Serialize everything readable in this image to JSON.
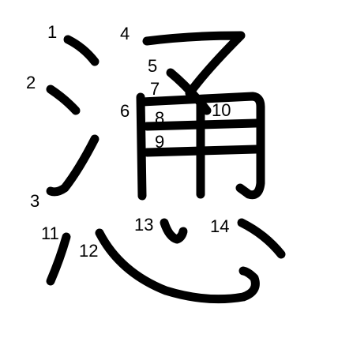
{
  "stroke_order": {
    "labels": [
      "1",
      "2",
      "3",
      "4",
      "5",
      "6",
      "7",
      "8",
      "9",
      "10",
      "11",
      "12",
      "13",
      "14"
    ],
    "stroke_count": 14,
    "ink_color": "#000000",
    "background_color": "#ffffff"
  }
}
